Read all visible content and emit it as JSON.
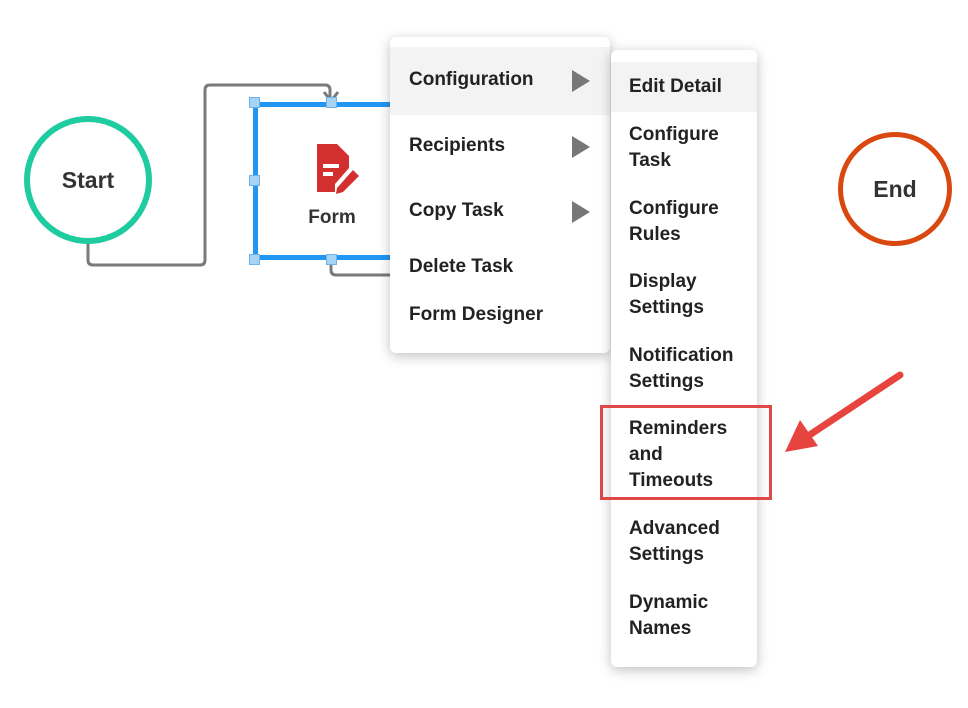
{
  "nodes": {
    "start": "Start",
    "form": "Form",
    "end": "End"
  },
  "colors": {
    "start": "#1fcca0",
    "end": "#d9480f",
    "selection": "#2196f3",
    "form_icon": "#d32f2f",
    "highlight_box": "#e04848",
    "arrow": "#e8443f"
  },
  "context_menu": {
    "items": [
      {
        "label": "Configuration",
        "submenu": true
      },
      {
        "label": "Recipients",
        "submenu": true
      },
      {
        "label": "Copy Task",
        "submenu": true
      },
      {
        "label": "Delete Task",
        "submenu": false
      },
      {
        "label": "Form Designer",
        "submenu": false
      }
    ]
  },
  "submenu": {
    "items": [
      {
        "label": "Edit Detail"
      },
      {
        "label": "Configure Task"
      },
      {
        "label": "Configure Rules"
      },
      {
        "label": "Display Settings"
      },
      {
        "label": "Notification Settings"
      },
      {
        "label": "Reminders and Timeouts"
      },
      {
        "label": "Advanced Settings"
      },
      {
        "label": "Dynamic Names"
      }
    ]
  }
}
